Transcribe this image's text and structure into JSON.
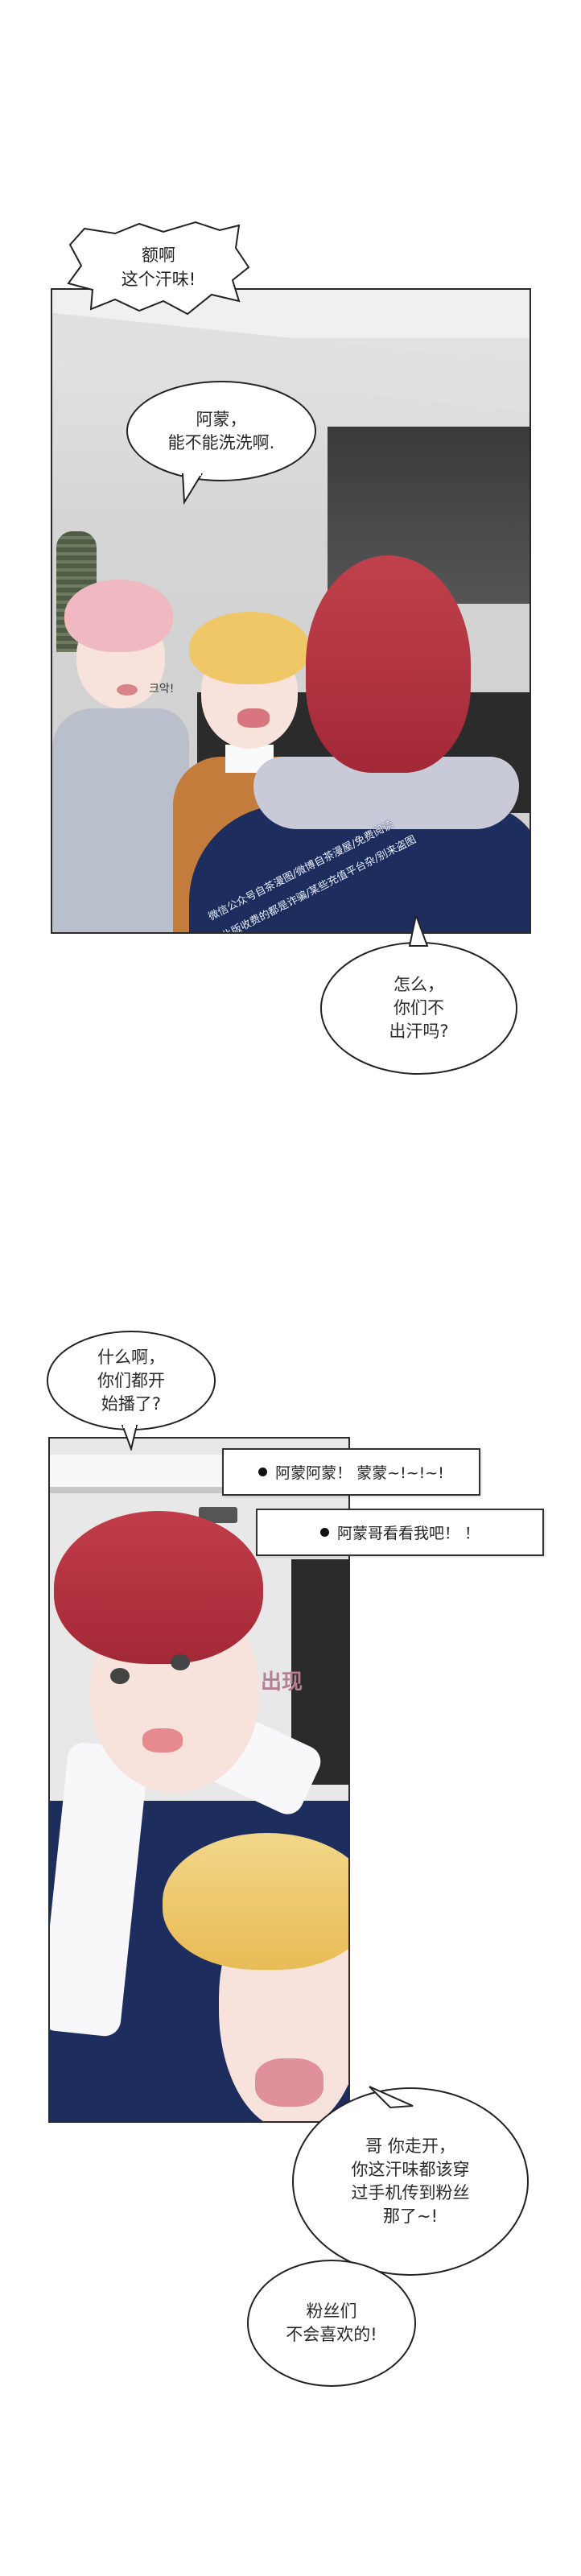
{
  "panel1": {
    "bubble_shout": [
      "额啊",
      "这个汗味!"
    ],
    "bubble_top": [
      "阿蒙，",
      "能不能洗洗啊."
    ],
    "sfx": "크악!",
    "watermark": [
      "微信公众号自茶漫图/微博自茶漫屋/免费阅读",
      "拿此版收费的都是诈骗/某些充值平台杂/别来盗图"
    ]
  },
  "bubble_after_panel1": [
    "怎么，",
    "你们不",
    "出汗吗?"
  ],
  "panel2": {
    "bubble_top": [
      "什么啊，",
      "你们都开",
      "始播了?"
    ],
    "captions": [
      "阿蒙阿蒙！ 蒙蒙~!~!~!",
      "阿蒙哥看看我吧！ ！"
    ],
    "sfx": "出现"
  },
  "bubble_bottom_large": [
    "哥 你走开，",
    "你这汗味都该穿",
    "过手机传到粉丝",
    "那了~!"
  ],
  "bubble_bottom_small": [
    "粉丝们",
    "不会喜欢的!"
  ],
  "colors": {
    "navy": "#1d2d5e",
    "red_hair": "#b3333f",
    "blond_hair": "#efc766",
    "pink_hair": "#f0b8c0",
    "sfx_pink": "#b57f92"
  }
}
